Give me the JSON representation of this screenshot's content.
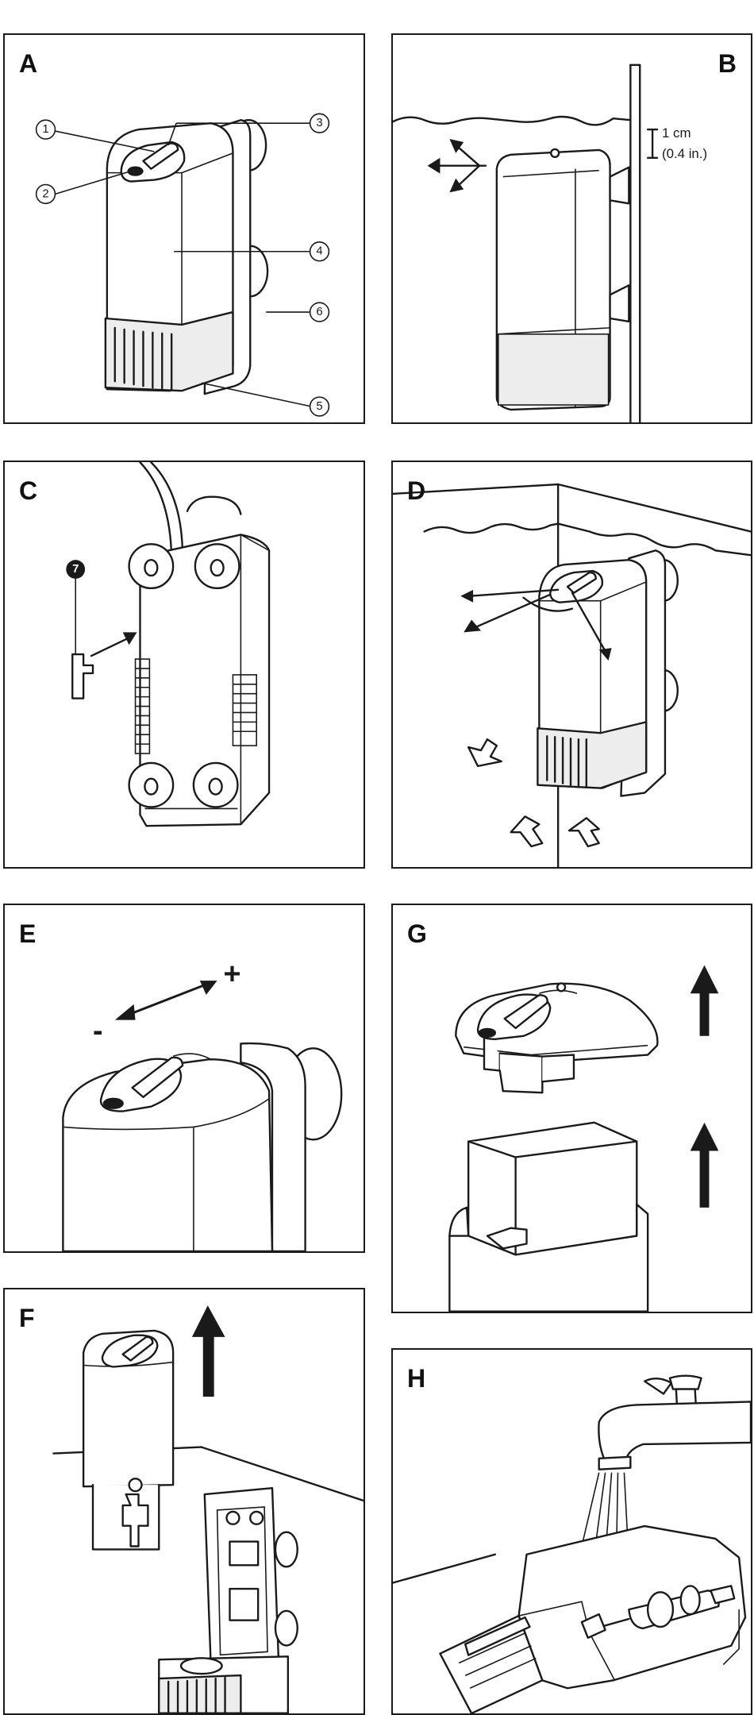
{
  "panels": {
    "a": {
      "label": "A",
      "callouts": [
        "1",
        "2",
        "3",
        "4",
        "5",
        "6"
      ]
    },
    "b": {
      "label": "B",
      "measure_line1": "1 cm",
      "measure_line2": "(0.4 in.)"
    },
    "c": {
      "label": "C",
      "callout": "7"
    },
    "d": {
      "label": "D"
    },
    "e": {
      "label": "E",
      "plus": "+",
      "minus": "-"
    },
    "f": {
      "label": "F"
    },
    "g": {
      "label": "G"
    },
    "h": {
      "label": "H"
    }
  }
}
